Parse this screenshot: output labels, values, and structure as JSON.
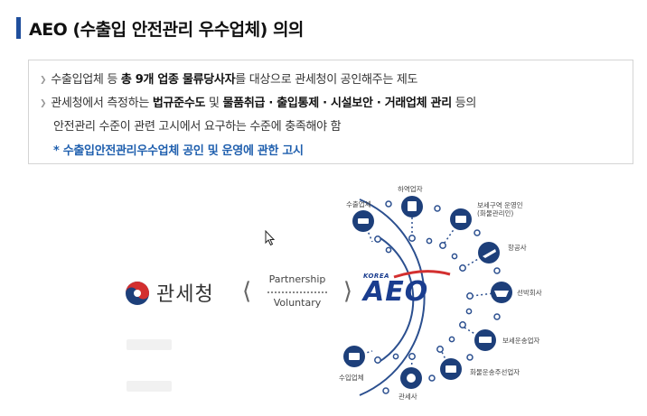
{
  "title": "AEO (수출입 안전관리 우수업체) 의의",
  "box": {
    "line1": {
      "pre": "수출입업체 등 ",
      "bold": "총 9개 업종 물류당사자",
      "post": "를 대상으로 관세청이 공인해주는 제도"
    },
    "line2": {
      "pre": "관세청에서 측정하는 ",
      "b1": "법규준수도",
      "mid": " 및 ",
      "b2": "물품취급 · 출입통제 · 시설보안 · 거래업체 관리",
      "post": " 등의"
    },
    "line3": "안전관리 수준이 관련 고시에서 요구하는 수준에 충족해야 함",
    "note": "* 수출입안전관리우수업체 공인 및 운영에 관한 고시"
  },
  "diagram": {
    "customs_name": "관세청",
    "partnership": "Partnership",
    "voluntary": "Voluntary",
    "aeo_korea": "KOREA",
    "aeo_word": "AEO",
    "nodes": {
      "exporter": "수출업체",
      "loader": "하역업자",
      "bonded_operator": "보세구역 운영인",
      "bonded_operator_sub": "(화물관리인)",
      "airline": "항공사",
      "shipping": "선박회사",
      "bonded_transport": "보세운송업자",
      "forwarder": "화물운송주선업자",
      "broker": "관세사",
      "importer": "수입업체"
    },
    "colors": {
      "ring": "#1d3f7a",
      "accent": "#1f5fae",
      "red": "#d32f2f"
    }
  }
}
